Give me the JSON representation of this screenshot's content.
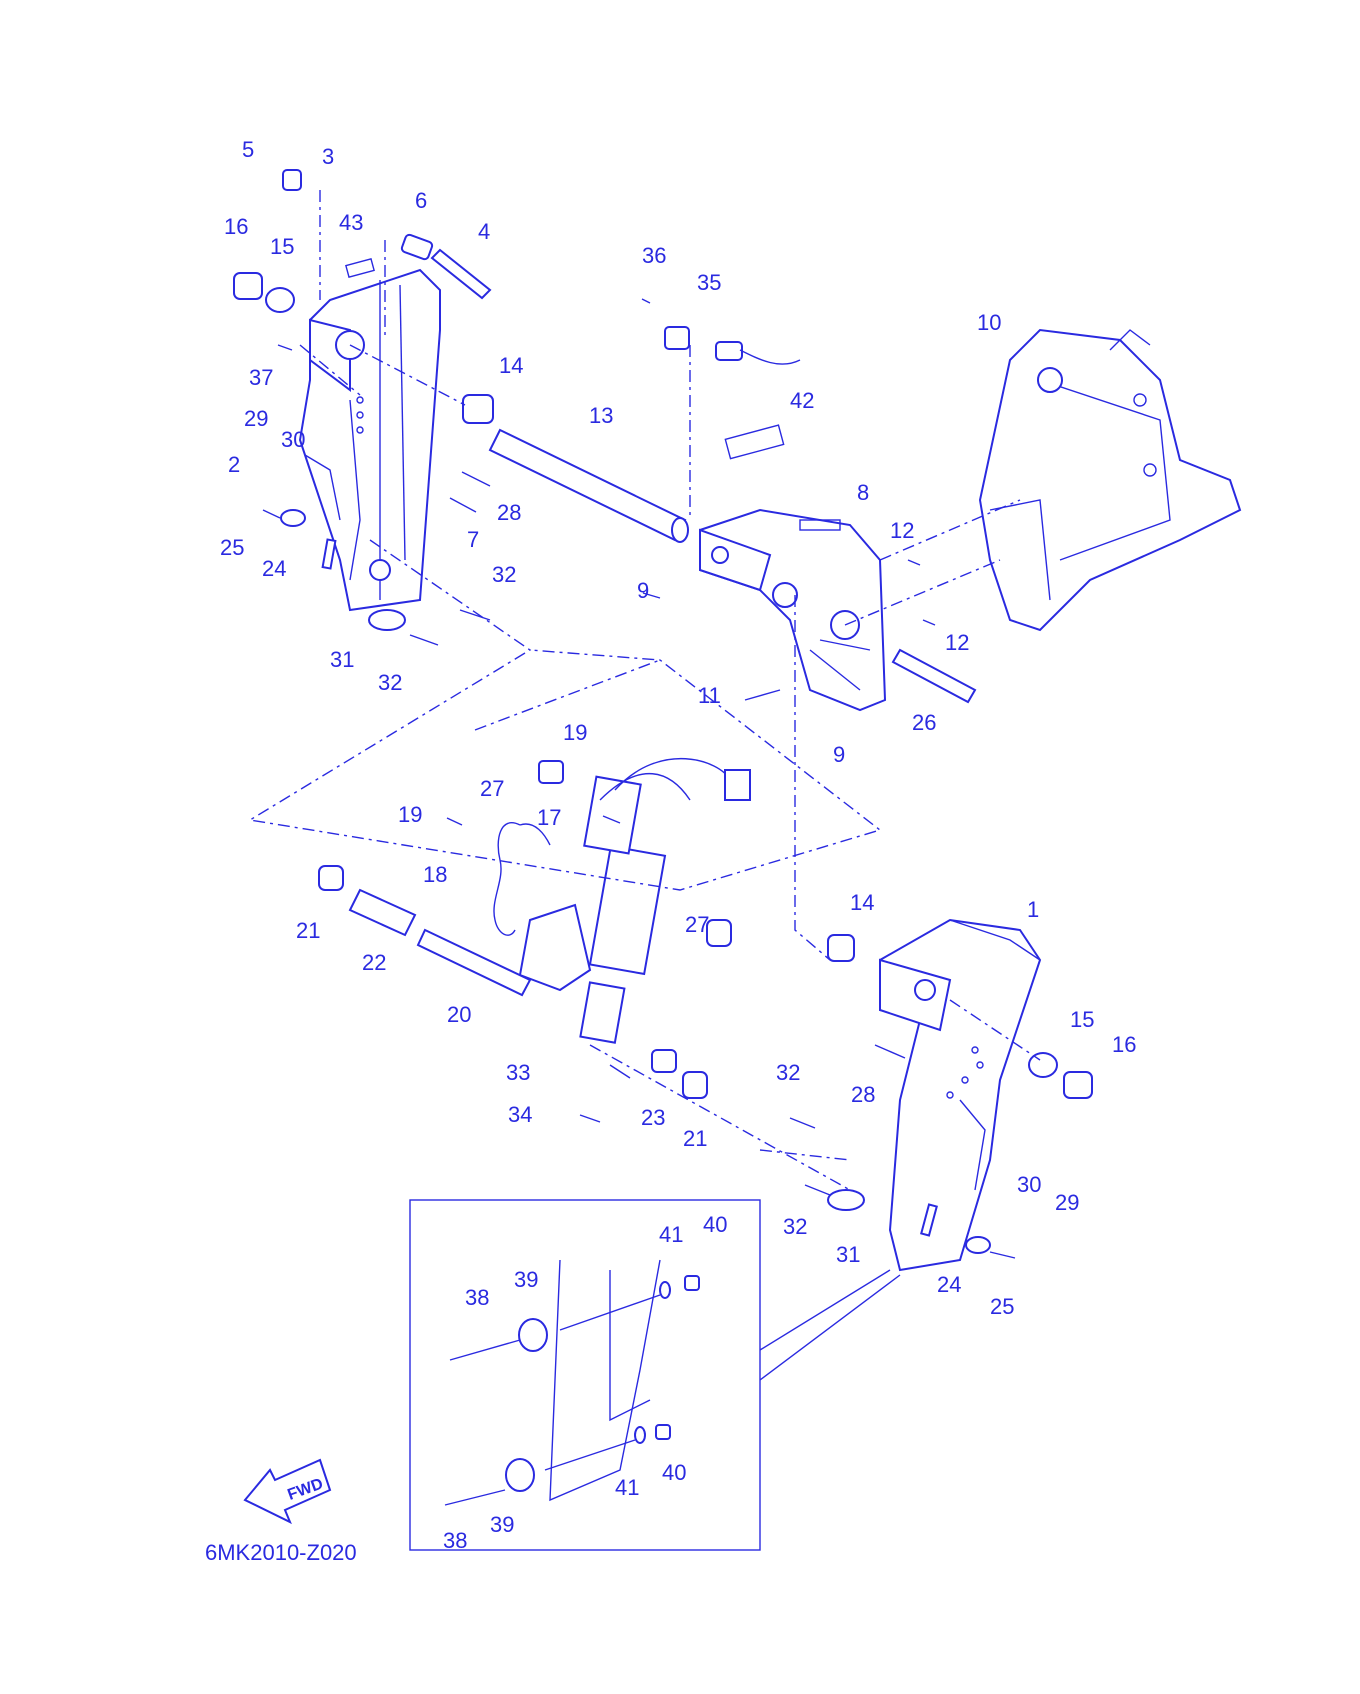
{
  "diagram": {
    "code": "6MK2010-Z020",
    "fwd_label": "FWD",
    "line_color": "#2a2ae0",
    "callouts": [
      {
        "id": "c5a",
        "text": "5"
      },
      {
        "id": "c3a",
        "text": "3"
      },
      {
        "id": "c6a",
        "text": "6"
      },
      {
        "id": "c4a",
        "text": "4"
      },
      {
        "id": "c16a",
        "text": "16"
      },
      {
        "id": "c15a",
        "text": "15"
      },
      {
        "id": "c43",
        "text": "43"
      },
      {
        "id": "c37",
        "text": "37"
      },
      {
        "id": "c29a",
        "text": "29"
      },
      {
        "id": "c30a",
        "text": "30"
      },
      {
        "id": "c14a",
        "text": "14"
      },
      {
        "id": "c13",
        "text": "13"
      },
      {
        "id": "c2",
        "text": "2"
      },
      {
        "id": "c28a",
        "text": "28"
      },
      {
        "id": "c7",
        "text": "7"
      },
      {
        "id": "c25a",
        "text": "25"
      },
      {
        "id": "c24a",
        "text": "24"
      },
      {
        "id": "c32a",
        "text": "32"
      },
      {
        "id": "c31a",
        "text": "31"
      },
      {
        "id": "c32b",
        "text": "32"
      },
      {
        "id": "c36",
        "text": "36"
      },
      {
        "id": "c35",
        "text": "35"
      },
      {
        "id": "c42",
        "text": "42"
      },
      {
        "id": "c10",
        "text": "10"
      },
      {
        "id": "c8",
        "text": "8"
      },
      {
        "id": "c12a",
        "text": "12"
      },
      {
        "id": "c9a",
        "text": "9"
      },
      {
        "id": "c12b",
        "text": "12"
      },
      {
        "id": "c11",
        "text": "11"
      },
      {
        "id": "c26",
        "text": "26"
      },
      {
        "id": "c9b",
        "text": "9"
      },
      {
        "id": "c19a",
        "text": "19"
      },
      {
        "id": "c27a",
        "text": "27"
      },
      {
        "id": "c19b",
        "text": "19"
      },
      {
        "id": "c17",
        "text": "17"
      },
      {
        "id": "c18",
        "text": "18"
      },
      {
        "id": "c21a",
        "text": "21"
      },
      {
        "id": "c22",
        "text": "22"
      },
      {
        "id": "c27b",
        "text": "27"
      },
      {
        "id": "c20",
        "text": "20"
      },
      {
        "id": "c14b",
        "text": "14"
      },
      {
        "id": "c1",
        "text": "1"
      },
      {
        "id": "c15b",
        "text": "15"
      },
      {
        "id": "c16b",
        "text": "16"
      },
      {
        "id": "c28b",
        "text": "28"
      },
      {
        "id": "c33",
        "text": "33"
      },
      {
        "id": "c32c",
        "text": "32"
      },
      {
        "id": "c34",
        "text": "34"
      },
      {
        "id": "c23",
        "text": "23"
      },
      {
        "id": "c21b",
        "text": "21"
      },
      {
        "id": "c30b",
        "text": "30"
      },
      {
        "id": "c29b",
        "text": "29"
      },
      {
        "id": "c32d",
        "text": "32"
      },
      {
        "id": "c31b",
        "text": "31"
      },
      {
        "id": "c24b",
        "text": "24"
      },
      {
        "id": "c25b",
        "text": "25"
      },
      {
        "id": "c41a",
        "text": "41"
      },
      {
        "id": "c40a",
        "text": "40"
      },
      {
        "id": "c38a",
        "text": "38"
      },
      {
        "id": "c39a",
        "text": "39"
      },
      {
        "id": "c40b",
        "text": "40"
      },
      {
        "id": "c41b",
        "text": "41"
      },
      {
        "id": "c38b",
        "text": "38"
      },
      {
        "id": "c39b",
        "text": "39"
      }
    ]
  }
}
